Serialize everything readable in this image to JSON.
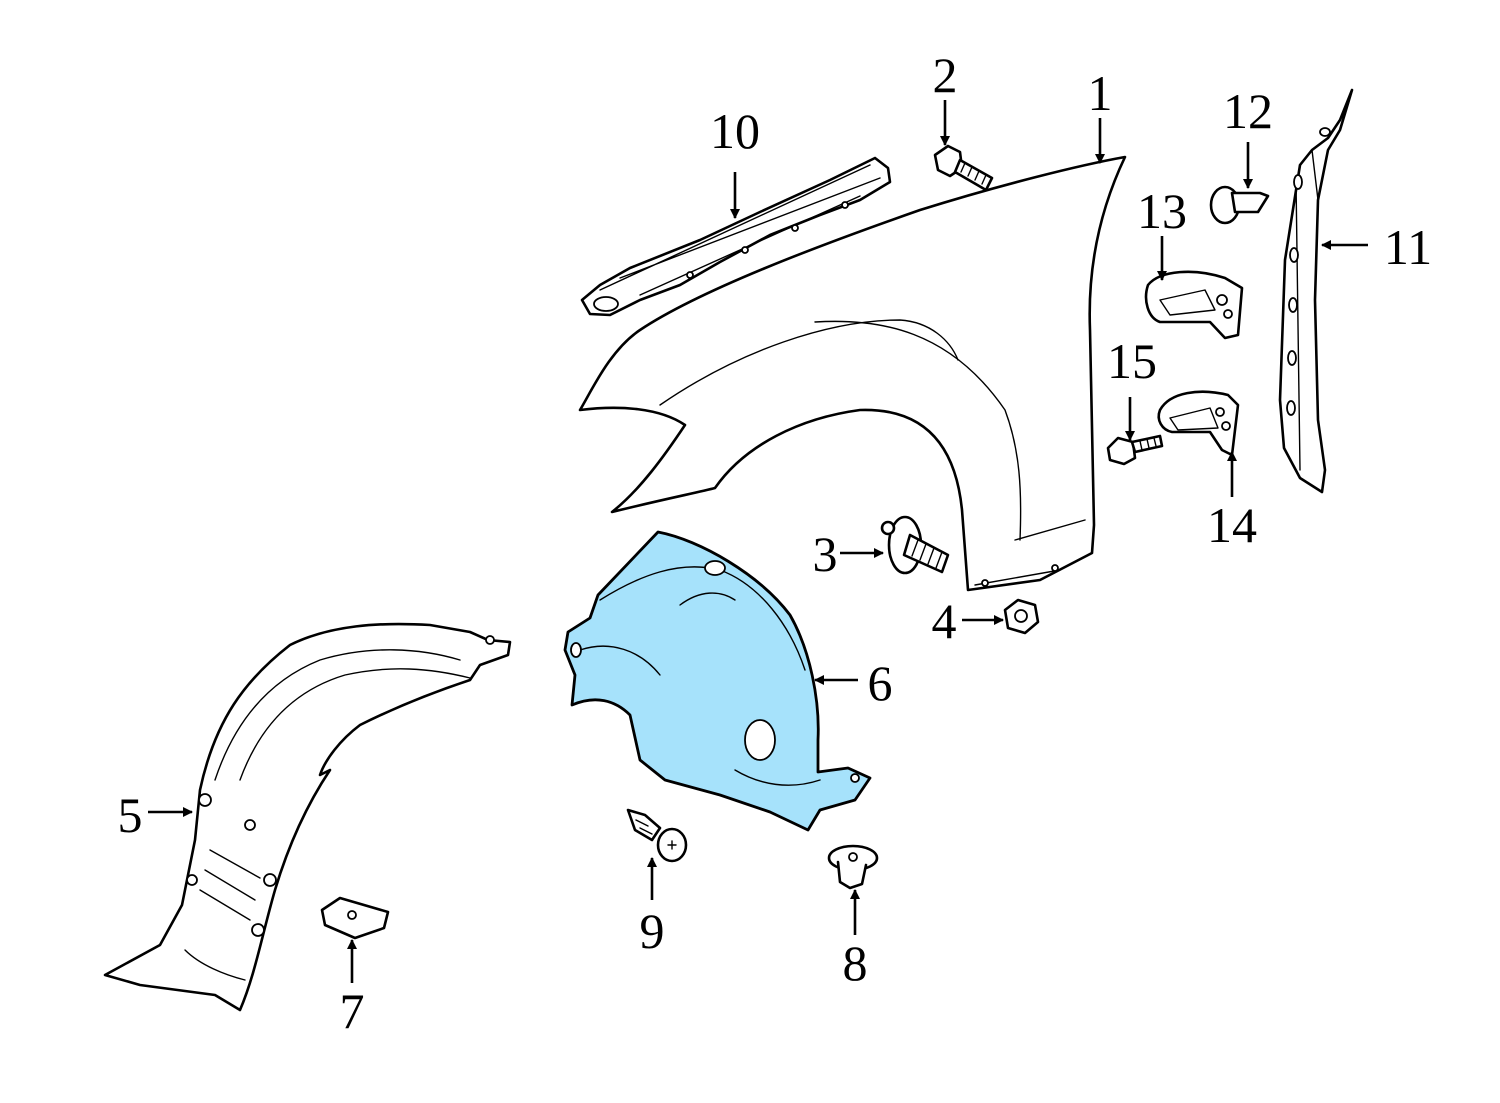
{
  "diagram": {
    "highlight_color": "#a6e2fb",
    "outline_color": "#000000",
    "callouts": {
      "c1": "1",
      "c2": "2",
      "c3": "3",
      "c4": "4",
      "c5": "5",
      "c6": "6",
      "c7": "7",
      "c8": "8",
      "c9": "9",
      "c10": "10",
      "c11": "11",
      "c12": "12",
      "c13": "13",
      "c14": "14",
      "c15": "15"
    },
    "highlighted_part": "6"
  }
}
